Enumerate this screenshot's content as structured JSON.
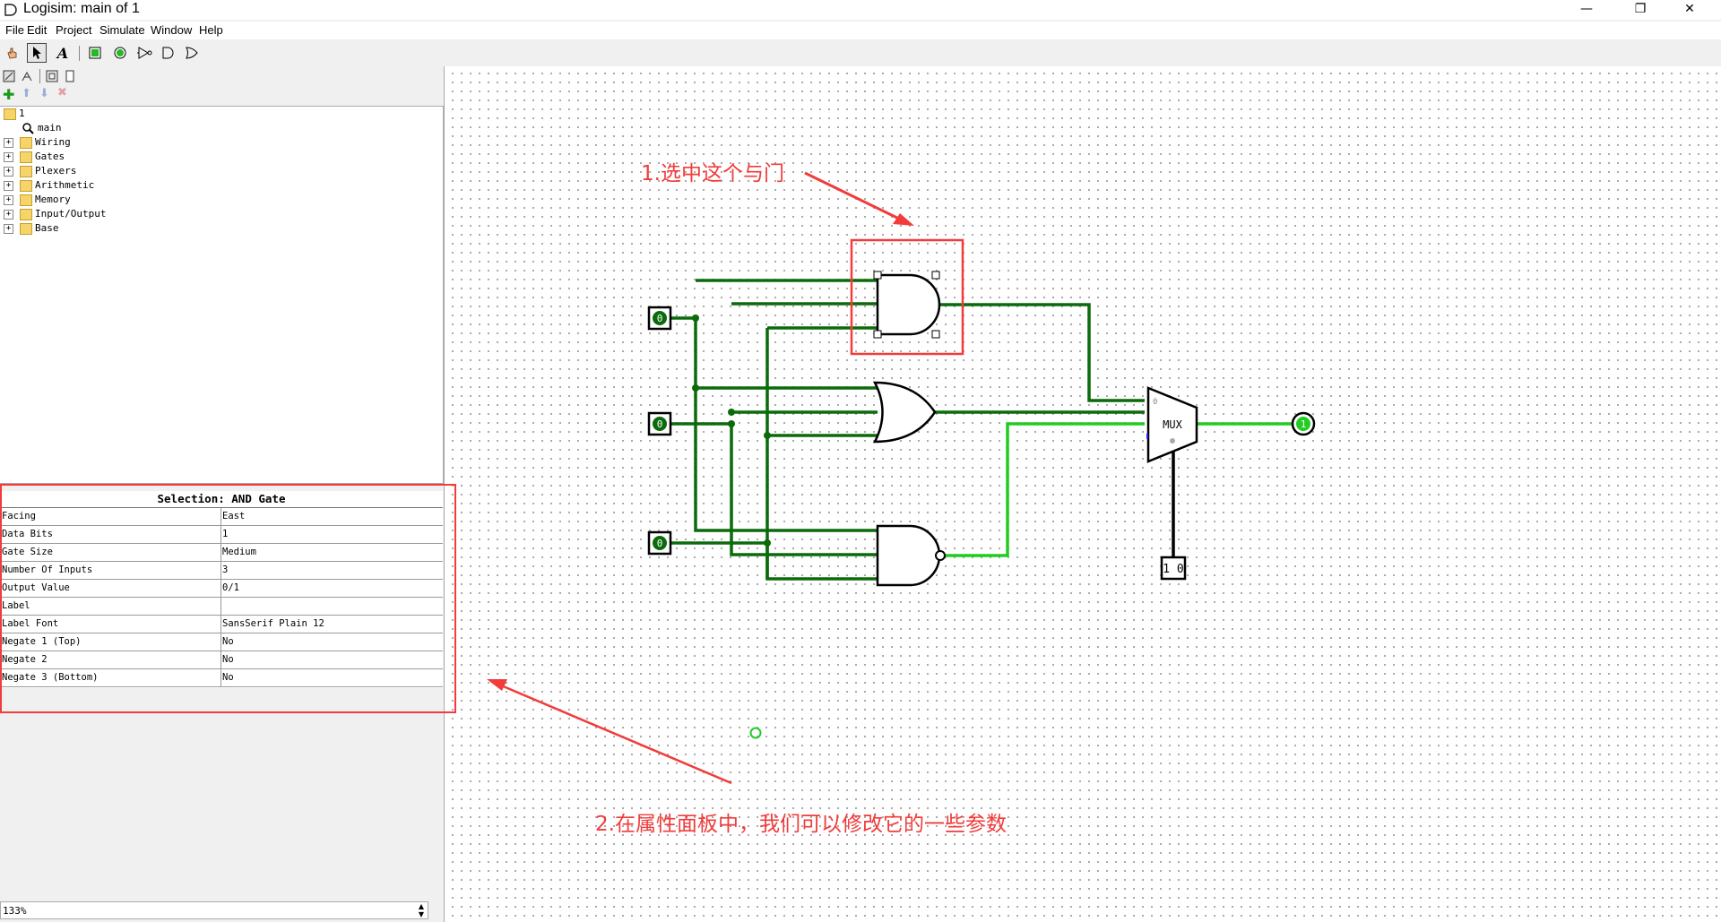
{
  "window": {
    "title": "Logisim: main of 1",
    "minimize": "—",
    "restore": "❐",
    "close": "✕"
  },
  "menu": [
    "File",
    "Edit",
    "Project",
    "Simulate",
    "Window",
    "Help"
  ],
  "toolbar": {
    "tools": [
      "poke-tool",
      "select-tool",
      "text-tool",
      "input-pin",
      "output-pin",
      "not-gate",
      "and-gate",
      "or-gate"
    ],
    "selected": "select-tool"
  },
  "explorer": {
    "project": "1",
    "circuit": "main",
    "libraries": [
      "Wiring",
      "Gates",
      "Plexers",
      "Arithmetic",
      "Memory",
      "Input/Output",
      "Base"
    ]
  },
  "attributes": {
    "header": "Selection: AND Gate",
    "rows": [
      {
        "key": "Facing",
        "value": "East"
      },
      {
        "key": "Data Bits",
        "value": "1"
      },
      {
        "key": "Gate Size",
        "value": "Medium"
      },
      {
        "key": "Number Of Inputs",
        "value": "3"
      },
      {
        "key": "Output Value",
        "value": "0/1"
      },
      {
        "key": "Label",
        "value": ""
      },
      {
        "key": "Label Font",
        "value": "SansSerif Plain 12"
      },
      {
        "key": "Negate 1 (Top)",
        "value": "No"
      },
      {
        "key": "Negate 2",
        "value": "No"
      },
      {
        "key": "Negate 3 (Bottom)",
        "value": "No"
      }
    ]
  },
  "zoom": "133%",
  "circuit": {
    "inputs": [
      "0",
      "0",
      "0"
    ],
    "output": "1",
    "mux_label": "MUX",
    "mux_input0": "0",
    "select_pin": "1 0"
  },
  "annotations": {
    "step1": "1.选中这个与门",
    "step2": "2.在属性面板中，我们可以修改它的一些参数"
  },
  "colors": {
    "wire_dark": "#006400",
    "wire_bright": "#22cc22",
    "annotation": "#f23b3b"
  }
}
